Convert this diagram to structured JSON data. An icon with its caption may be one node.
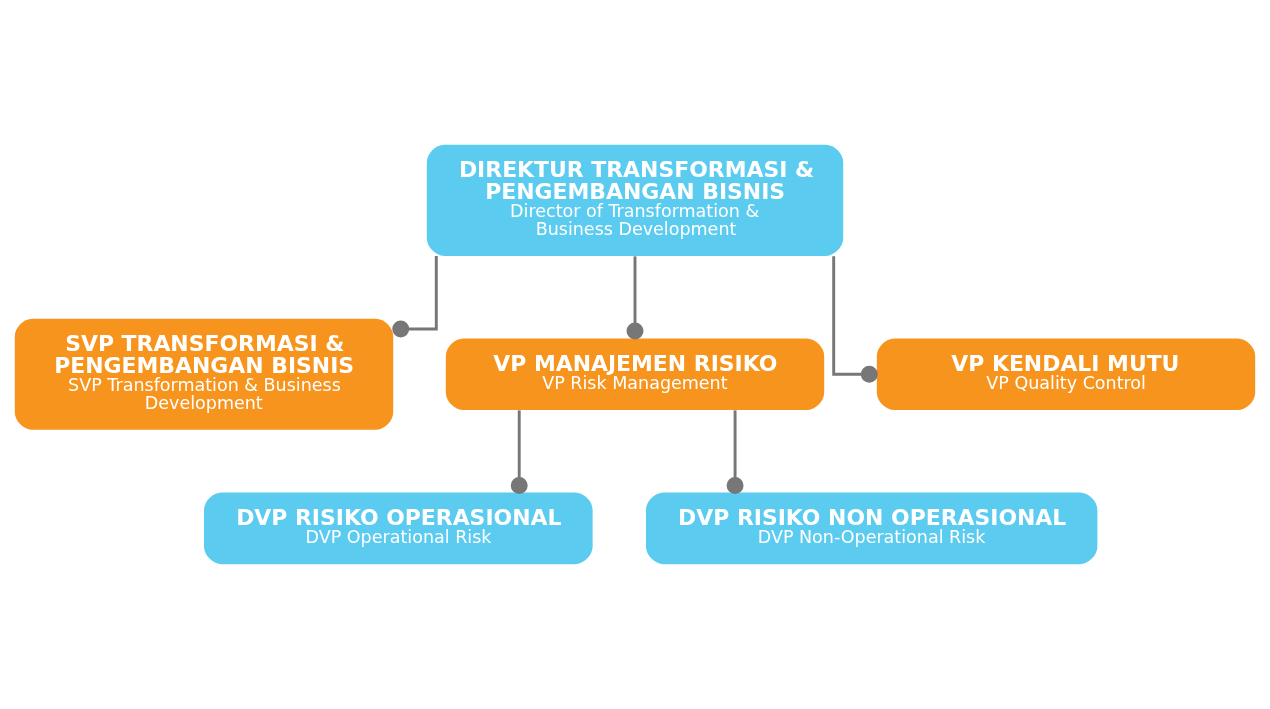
{
  "diagram": {
    "nodes": [
      {
        "text": [
          "DIREKTUR TRANSFORMASI & PENGEMBANGAN BISNIS",
          "Director of Transformation & Business Development"
        ]
      },
      {
        "text": [
          "SVP TRANSFORMASI & PENGEMBANGAN BISNIS",
          "SVP Transformation & Business Development"
        ]
      },
      {
        "text": [
          "VP MANAJEMEN RISIKO",
          "VP Risk Management"
        ]
      },
      {
        "text": [
          "VP KENDALI MUTU",
          "VP Quality Control"
        ]
      },
      {
        "text": [
          "DVP RISIKO OPERASIONAL",
          "DVP Operational Risk"
        ]
      },
      {
        "text": [
          "DVP RISIKO NON OPERASIONAL",
          "DVP Non-Operational Risk"
        ]
      }
    ],
    "edges": [
      {
        "from": 0,
        "to": 1,
        "arrow": "other"
      },
      {
        "from": 0,
        "to": 2,
        "arrow": "other"
      },
      {
        "from": 0,
        "to": 3,
        "arrow": "other"
      },
      {
        "from": 2,
        "to": 4,
        "arrow": "other"
      },
      {
        "from": 2,
        "to": 5,
        "arrow": "other"
      }
    ]
  }
}
